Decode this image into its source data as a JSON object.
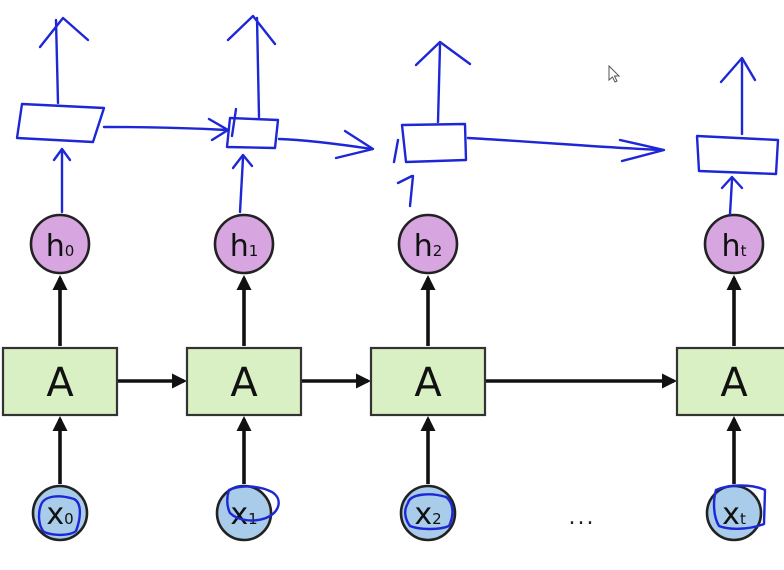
{
  "cell_label": "A",
  "ellipsis": "...",
  "steps": [
    {
      "hidden": {
        "main": "h",
        "sub": "0"
      },
      "input": {
        "main": "x",
        "sub": "0"
      }
    },
    {
      "hidden": {
        "main": "h",
        "sub": "1"
      },
      "input": {
        "main": "x",
        "sub": "1"
      }
    },
    {
      "hidden": {
        "main": "h",
        "sub": "2"
      },
      "input": {
        "main": "x",
        "sub": "2"
      }
    },
    {
      "hidden": {
        "main": "h",
        "sub": "t"
      },
      "input": {
        "main": "x",
        "sub": "t"
      }
    }
  ],
  "colors": {
    "cell_fill": "#d9f0c4",
    "hidden_fill": "#d7a6e0",
    "input_fill": "#a8cce9",
    "annotation_ink": "#1d27d6"
  }
}
